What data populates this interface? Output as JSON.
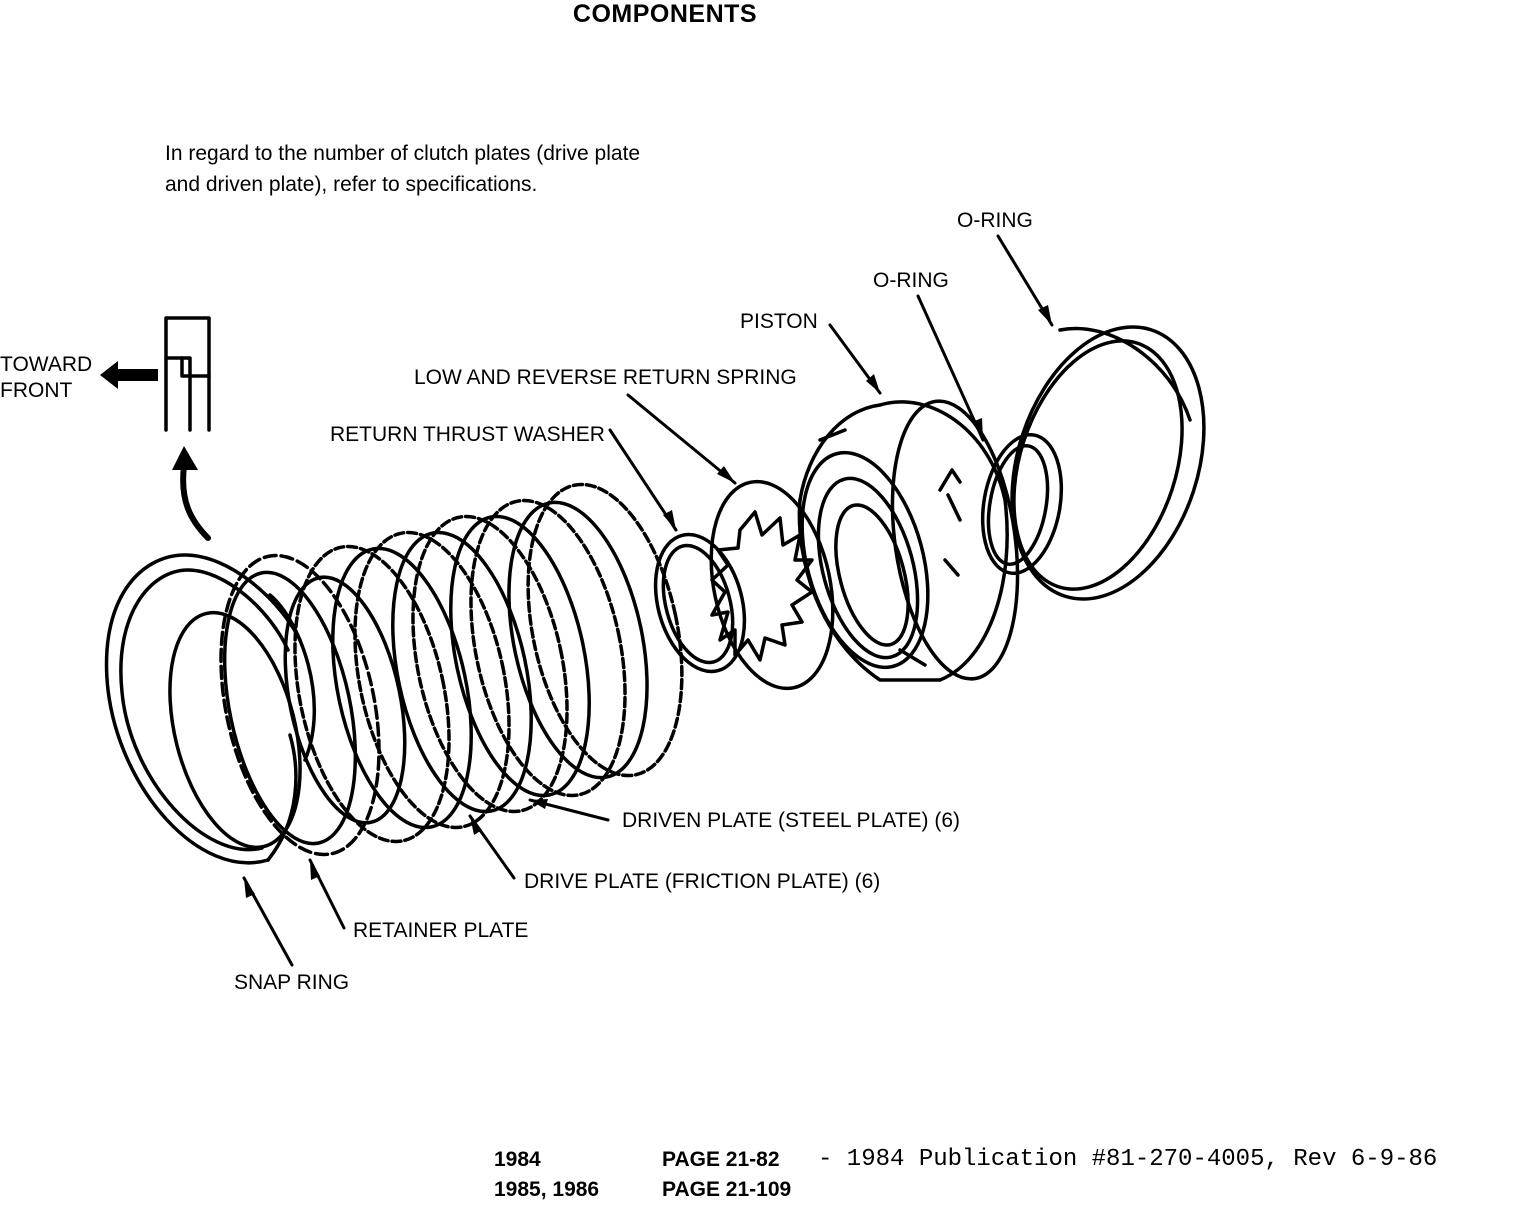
{
  "title": "COMPONENTS",
  "note": {
    "line1": "In regard to the number of clutch plates (drive plate",
    "line2": "and driven plate), refer to specifications."
  },
  "direction": {
    "line1": "TOWARD",
    "line2": "FRONT"
  },
  "labels": {
    "o_ring_outer": "O-RING",
    "o_ring_inner": "O-RING",
    "piston": "PISTON",
    "return_spring": "LOW AND REVERSE RETURN SPRING",
    "thrust_washer": "RETURN THRUST WASHER",
    "driven_plate": "DRIVEN PLATE (STEEL PLATE) (6)",
    "drive_plate": "DRIVE PLATE (FRICTION PLATE) (6)",
    "retainer_plate": "RETAINER PLATE",
    "snap_ring": "SNAP RING"
  },
  "footer": {
    "row1_year": "1984",
    "row1_page": "PAGE 21-82",
    "publication": "- 1984 Publication #81-270-4005, Rev 6-9-86",
    "row2_year": "1985, 1986",
    "row2_page": "PAGE 21-109"
  }
}
